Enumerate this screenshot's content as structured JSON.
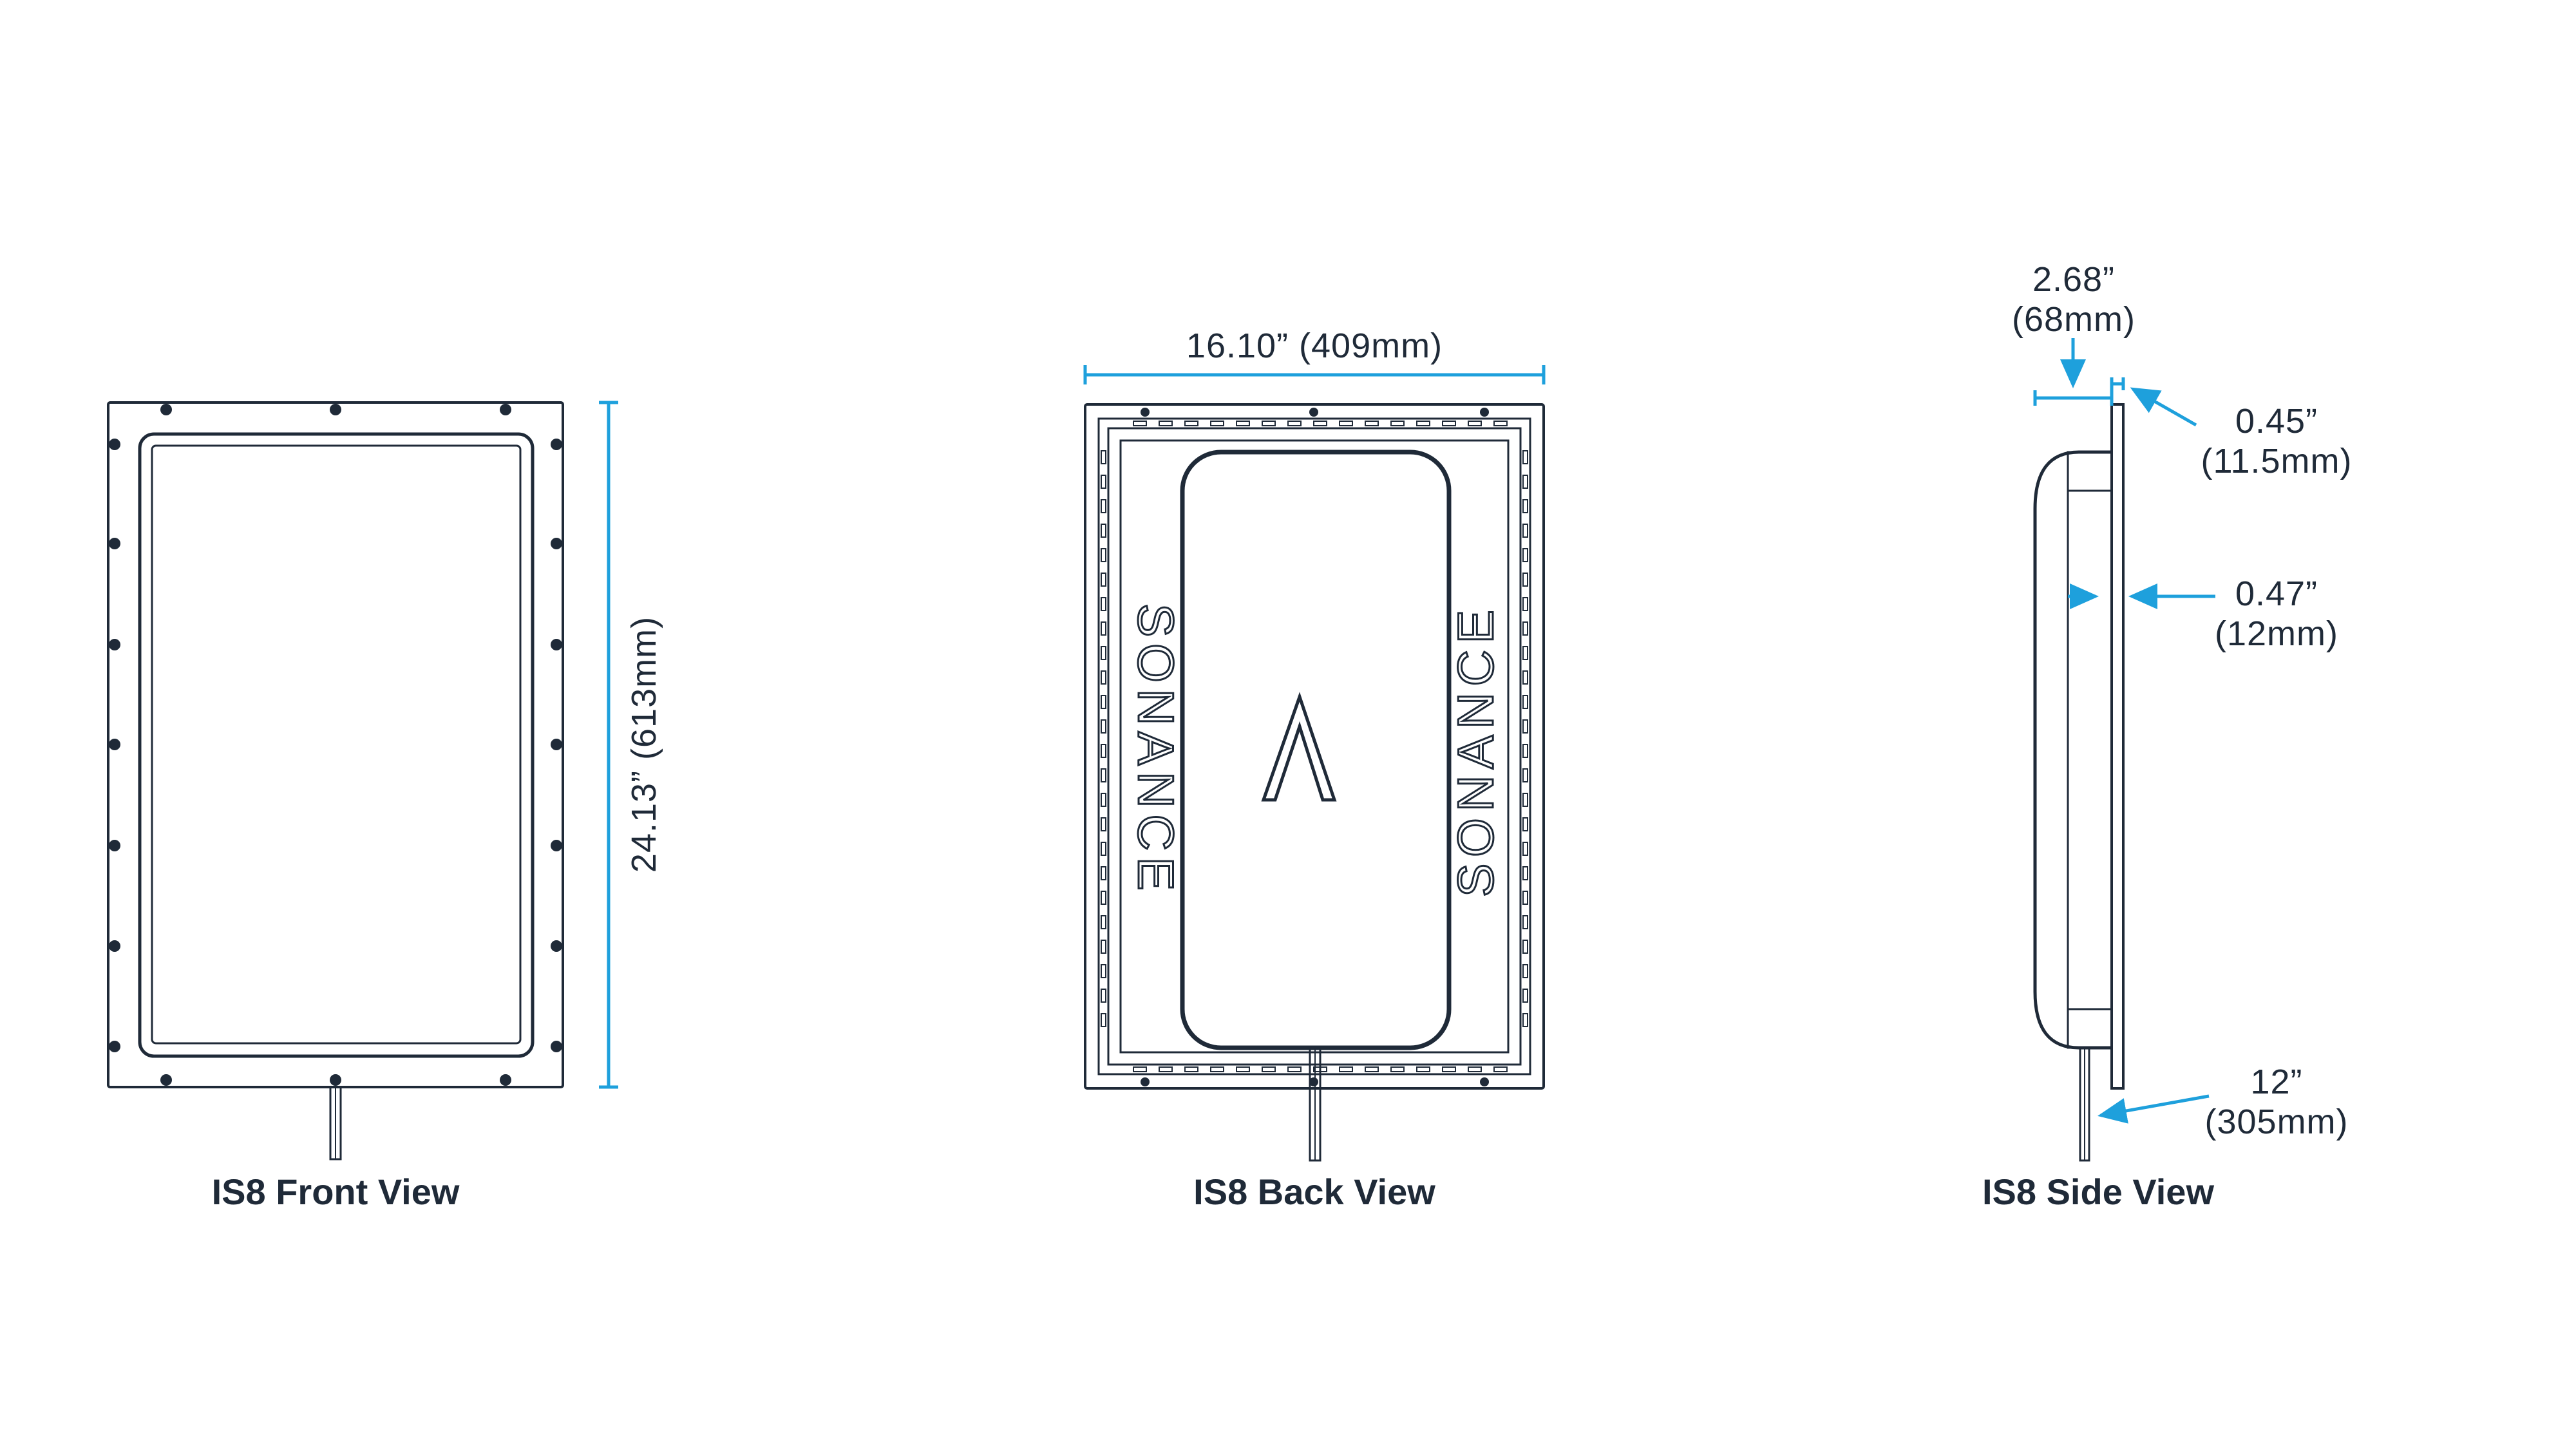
{
  "front_view": {
    "caption": "IS8 Front View",
    "height_label": "24.13” (613mm)"
  },
  "back_view": {
    "caption": "IS8 Back View",
    "width_label": "16.10” (409mm)",
    "brand_left": "SONANCE",
    "brand_right": "SONANCE"
  },
  "side_view": {
    "caption": "IS8 Side View",
    "depth_label_1": "2.68”",
    "depth_label_2": "(68mm)",
    "flange_label_1": "0.45”",
    "flange_label_2": "(11.5mm)",
    "baffle_label_1": "0.47”",
    "baffle_label_2": "(12mm)",
    "cable_label_1": "12”",
    "cable_label_2": "(305mm)"
  },
  "colors": {
    "outline": "#1f2a38",
    "dimension": "#1ea0dc",
    "background": "#ffffff"
  }
}
